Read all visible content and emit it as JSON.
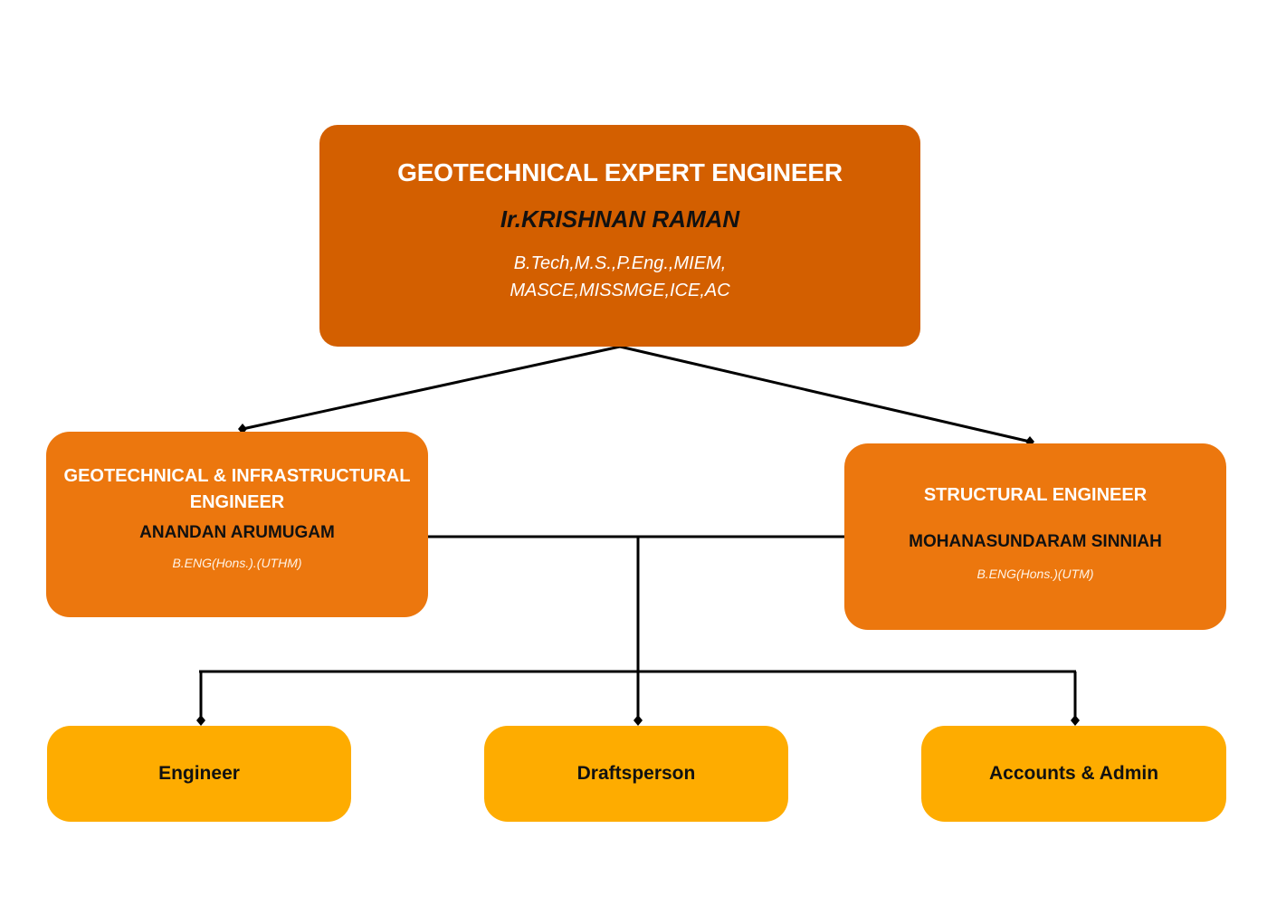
{
  "colors": {
    "top_box": "#d35f00",
    "mid_box": "#ec770e",
    "bottom_box": "#feac00",
    "connector": "#000000",
    "background": "#ffffff"
  },
  "org_chart": {
    "head": {
      "title": "GEOTECHNICAL EXPERT ENGINEER",
      "name": "Ir.KRISHNAN RAMAN",
      "credentials_line1": "B.Tech,M.S.,P.Eng.,MIEM,",
      "credentials_line2": "MASCE,MISSMGE,ICE,AC"
    },
    "second_level": [
      {
        "title_line1": "GEOTECHNICAL & INFRASTRUCTURAL",
        "title_line2": "ENGINEER",
        "name": "ANANDAN ARUMUGAM",
        "credentials": "B.ENG(Hons.).(UTHM)"
      },
      {
        "title_line1": "STRUCTURAL ENGINEER",
        "name": "MOHANASUNDARAM SINNIAH",
        "credentials": "B.ENG(Hons.)(UTM)"
      }
    ],
    "third_level": [
      {
        "label": "Engineer"
      },
      {
        "label": "Draftsperson"
      },
      {
        "label": "Accounts & Admin"
      }
    ]
  }
}
